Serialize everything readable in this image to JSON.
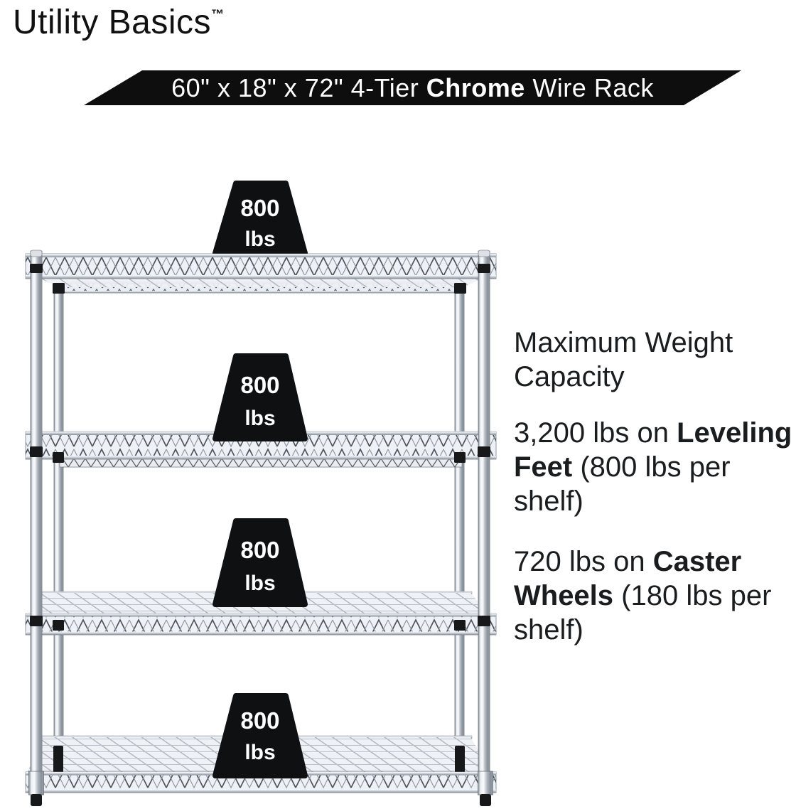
{
  "brand": {
    "name": "Utility Basics",
    "trademark": "™"
  },
  "banner": {
    "text_pre": "60\" x 18\" x 72\" 4-Tier ",
    "text_bold": "Chrome",
    "text_post": " Wire Rack",
    "background": "#0e0e0e",
    "text_color": "#ffffff"
  },
  "rack": {
    "description": "4-tier chrome wire shelving unit with weight badges on each shelf",
    "tiers": 4,
    "weights": [
      {
        "value": "800",
        "unit": "lbs"
      },
      {
        "value": "800",
        "unit": "lbs"
      },
      {
        "value": "800",
        "unit": "lbs"
      },
      {
        "value": "800",
        "unit": "lbs"
      }
    ]
  },
  "specs": {
    "heading": {
      "line1": "Maximum Weight",
      "line2": "Capacity"
    },
    "leveling": {
      "line1_regular": "3,200 lbs on ",
      "line1_bold": "Leveling",
      "line2_bold": "Feet",
      "line2_regular": " (800 lbs per",
      "line3_regular": "shelf)"
    },
    "caster": {
      "line1_regular": "720 lbs on ",
      "line1_bold": "Caster",
      "line2_bold": "Wheels",
      "line2_regular": " (180 lbs per",
      "line3_regular": "shelf)"
    }
  },
  "colors": {
    "badge_black": "#0f1012",
    "chrome_light": "#f4f6f9",
    "chrome_mid": "#c3c9d1",
    "chrome_dark": "#7e858e",
    "wire": "#555b63"
  }
}
